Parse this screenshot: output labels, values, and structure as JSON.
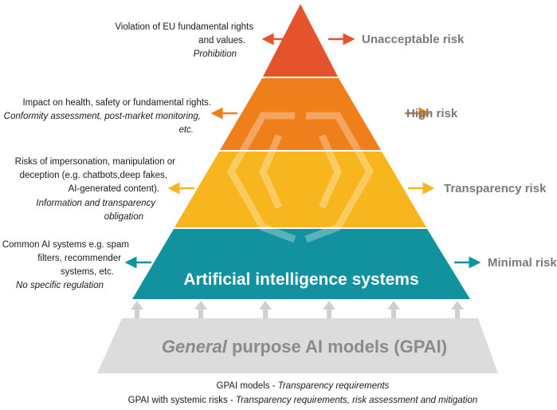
{
  "colors": {
    "unacceptable": "#e4532b",
    "high": "#ef7f1a",
    "transparency": "#f7b51e",
    "minimal": "#12919e",
    "gpai": "#dcdcdc"
  },
  "levels": [
    {
      "risk": "Unacceptable risk",
      "desc": [
        "Violation of EU fundamental rights",
        "and values."
      ],
      "measure": [
        "Prohibition"
      ]
    },
    {
      "risk": "High risk",
      "desc": [
        "Impact on health, safety or fundamental rights."
      ],
      "measure": [
        "Conformity assessment, post-market monitoring,",
        "etc."
      ]
    },
    {
      "risk": "Transparency risk",
      "desc": [
        "Risks of impersonation, manipulation or",
        "deception (e.g. chatbots,deep fakes,",
        "AI-generated content)."
      ],
      "measure": [
        "Information and transparency",
        "obligation"
      ]
    },
    {
      "risk": "Minimal risk",
      "desc": [
        "Common AI systems e.g. spam",
        "filters, recommender",
        "systems, etc."
      ],
      "measure": [
        "No specific regulation"
      ]
    }
  ],
  "base_label": "Artificial intelligence systems",
  "gpai": {
    "label_italic": "General",
    "label_rest": " purpose AI models (GPAI)",
    "notes": [
      {
        "lead": "GPAI models - ",
        "req": "Transparency requirements"
      },
      {
        "lead": "GPAI with systemic risks - ",
        "req": "Transparency requirements, risk assessment and mitigation"
      }
    ]
  }
}
